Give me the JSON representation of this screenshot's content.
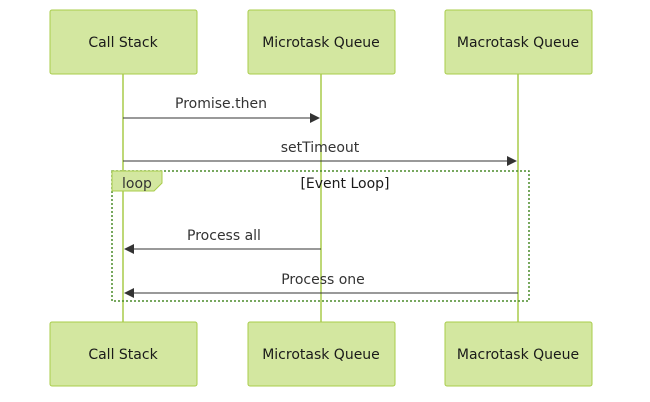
{
  "participants": [
    {
      "id": "call-stack",
      "label": "Call Stack"
    },
    {
      "id": "microtask-queue",
      "label": "Microtask Queue"
    },
    {
      "id": "macrotask-queue",
      "label": "Macrotask Queue"
    }
  ],
  "messages": [
    {
      "label": "Promise.then",
      "from": "call-stack",
      "to": "microtask-queue"
    },
    {
      "label": "setTimeout",
      "from": "call-stack",
      "to": "macrotask-queue"
    },
    {
      "label": "Process all",
      "from": "microtask-queue",
      "to": "call-stack"
    },
    {
      "label": "Process one",
      "from": "macrotask-queue",
      "to": "call-stack"
    }
  ],
  "loop": {
    "keyword": "loop",
    "condition": "[Event Loop]"
  },
  "colors": {
    "actor_fill": "#d3e7a0",
    "actor_border": "#a8cc4a",
    "lifeline": "#a8cc4a",
    "message": "#333333",
    "loop_border": "#4a8c2a"
  }
}
